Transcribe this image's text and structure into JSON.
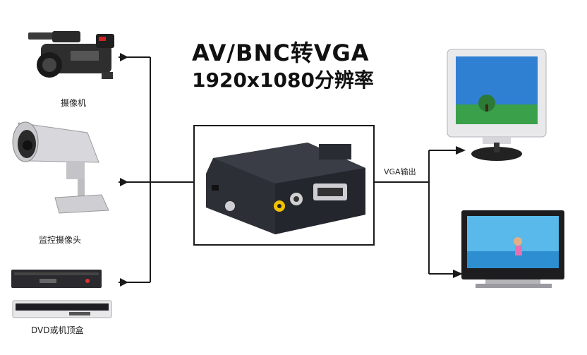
{
  "title": {
    "line1": "AV/BNC转VGA",
    "line2": "1920x1080分辨率"
  },
  "inputs": [
    {
      "label": "摄像机",
      "icon": "camcorder-icon"
    },
    {
      "label": "监控摄像头",
      "icon": "cctv-camera-icon"
    },
    {
      "label": "DVD或机顶盒",
      "icon": "dvd-player-icon"
    }
  ],
  "converter": {
    "icon": "av-to-vga-converter-icon"
  },
  "output": {
    "label": "VGA输出",
    "devices": [
      {
        "icon": "crt-monitor-icon"
      },
      {
        "icon": "lcd-tv-icon"
      }
    ]
  },
  "colors": {
    "line": "#1a1a1a",
    "device_body": "#2c2f36",
    "screen_sky": "#2f7fd3",
    "screen_grass": "#3aa04a"
  }
}
